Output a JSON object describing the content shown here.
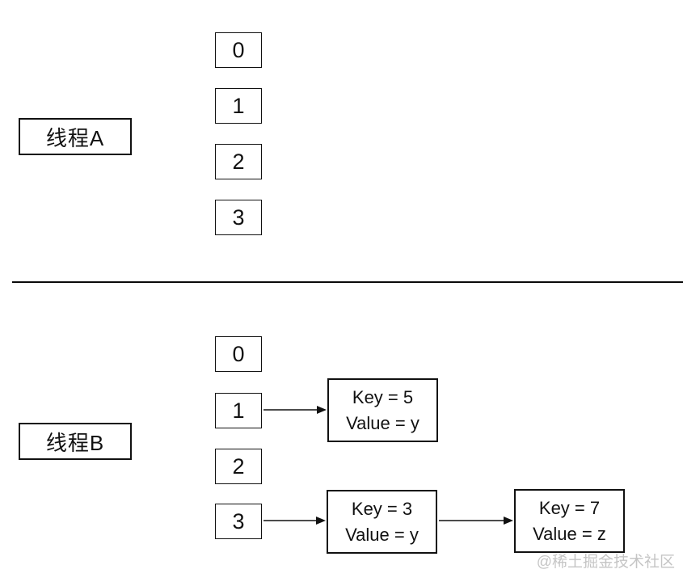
{
  "diagram": {
    "top_section": {
      "thread_label": "线程A",
      "buckets": [
        "0",
        "1",
        "2",
        "3"
      ]
    },
    "bottom_section": {
      "thread_label": "线程B",
      "buckets": [
        "0",
        "1",
        "2",
        "3"
      ],
      "nodes": {
        "node_key5": {
          "line1": "Key = 5",
          "line2": "Value = y"
        },
        "node_key3": {
          "line1": "Key = 3",
          "line2": "Value = y"
        },
        "node_key7": {
          "line1": "Key = 7",
          "line2": "Value = z"
        }
      },
      "links": [
        {
          "from": "bucket-1",
          "to": "node_key5"
        },
        {
          "from": "bucket-3",
          "to": "node_key3"
        },
        {
          "from": "node_key3",
          "to": "node_key7"
        }
      ]
    },
    "colors": {
      "line": "#111111",
      "watermark": "#c5c5c5",
      "background": "#ffffff"
    },
    "watermark_text": "@稀土掘金技术社区"
  }
}
